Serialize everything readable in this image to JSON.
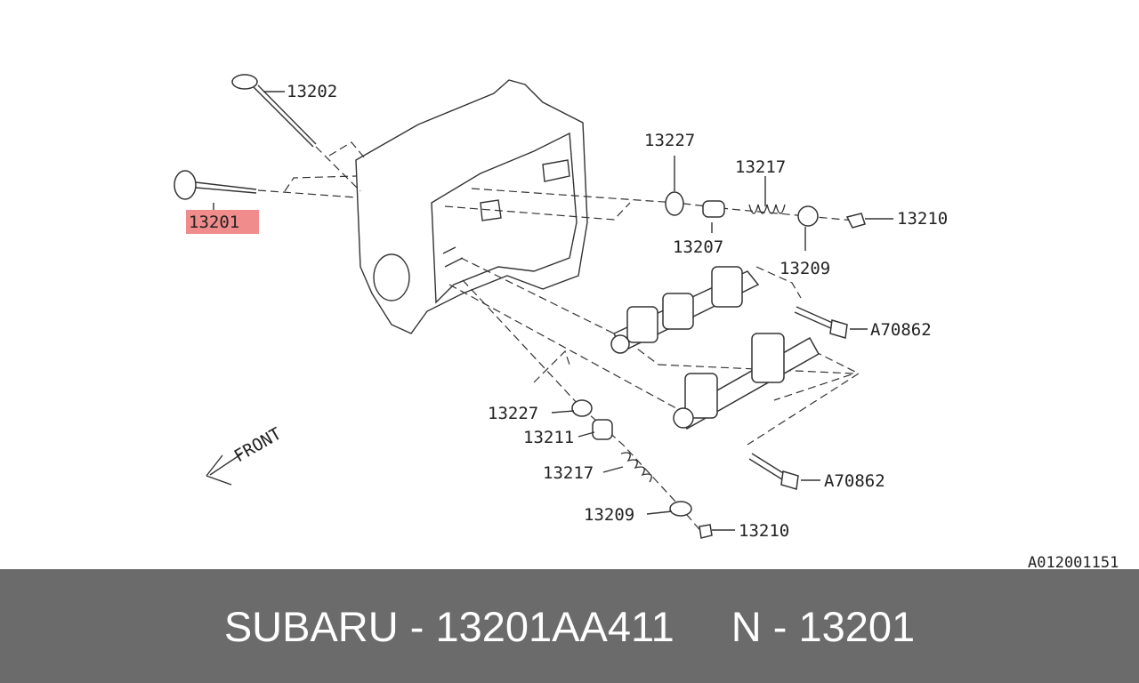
{
  "diagram": {
    "labels": {
      "valve_exhaust": "13202",
      "valve_intake": "13201",
      "seal_top": "13227",
      "spring_top": "13217",
      "adjuster_top": "13210",
      "retainer_top": "13207",
      "retainer_cap_top": "13209",
      "bolt_top": "A70862",
      "seal_bottom": "13227",
      "retainer_bottom": "13211",
      "spring_bottom": "13217",
      "cap_bottom": "13209",
      "adjuster_bottom": "13210",
      "bolt_bottom": "A70862"
    },
    "front_label": "FRONT",
    "figure_code": "A012001151",
    "highlight_color": "#f08c8c"
  },
  "footer": {
    "brand": "SUBARU - 13201AA411",
    "number": "N - 13201"
  }
}
